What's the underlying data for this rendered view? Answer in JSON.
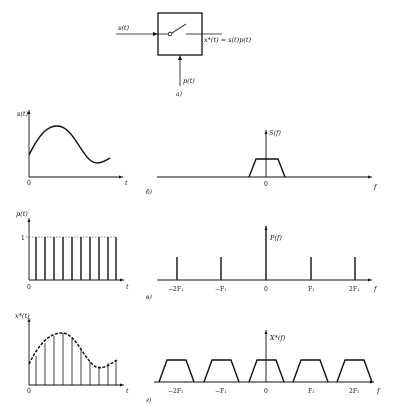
{
  "block": {
    "input": "s(t)",
    "output": "x*(t) = s(t)p(t)",
    "control": "p(t)",
    "caption": "a)"
  },
  "rows": [
    {
      "time_label": "s(t)",
      "time_x": "t",
      "time_origin": "0",
      "freq_label": "S(f)",
      "freq_x": "f",
      "caption": "б)",
      "freq_ticks": [
        "0"
      ]
    },
    {
      "time_label": "p(t)",
      "time_x": "t",
      "time_origin": "0",
      "time_level": "1",
      "freq_label": "P(f)",
      "freq_x": "f",
      "caption": "в)",
      "freq_ticks": [
        "−2F₁",
        "−F₁",
        "0",
        "F₁",
        "2F₁"
      ]
    },
    {
      "time_label": "x*(t)",
      "time_x": "t",
      "time_origin": "0",
      "freq_label": "X*(f)",
      "freq_x": "f",
      "caption": "г)",
      "freq_ticks": [
        "−2F₁",
        "−F₁",
        "0",
        "F₁",
        "2F₁"
      ]
    }
  ]
}
